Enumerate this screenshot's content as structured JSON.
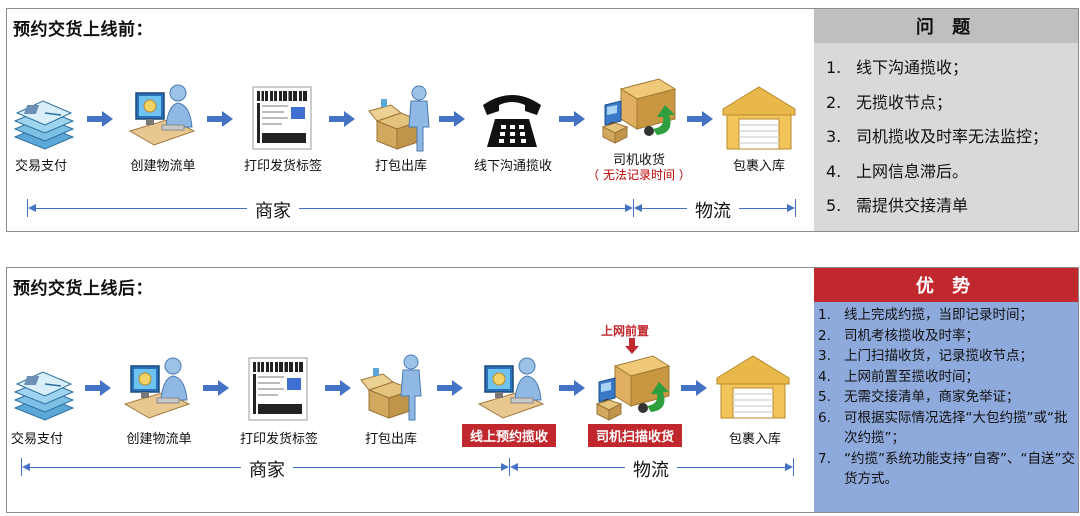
{
  "before": {
    "title": "预约交货上线前：",
    "steps": [
      "交易支付",
      "创建物流单",
      "打印发货标签",
      "打包出库",
      "线下沟通揽收",
      "司机收货",
      "包裹入库"
    ],
    "driver_note": "（ 无法记录时间 ）",
    "merchant": "商家",
    "logistics": "物流",
    "problems_title": "问 题",
    "problems": [
      {
        "num": "1.",
        "text": "线下沟通揽收；"
      },
      {
        "num": "2.",
        "text": "无揽收节点；"
      },
      {
        "num": "3.",
        "text": "司机揽收及时率无法监控；"
      },
      {
        "num": "4.",
        "text": "上网信息滞后。"
      },
      {
        "num": "5.",
        "text": "需提供交接清单"
      }
    ]
  },
  "after": {
    "title": "预约交货上线后：",
    "steps": [
      "交易支付",
      "创建物流单",
      "打印发货标签",
      "打包出库",
      "线上预约揽收",
      "司机扫描收货",
      "包裹入库"
    ],
    "online_tag": "上网前置",
    "merchant": "商家",
    "logistics": "物流",
    "advantages_title": "优 势",
    "advantages": [
      {
        "num": "1.",
        "text": "线上完成约揽，当即记录时间；"
      },
      {
        "num": "2.",
        "text": "司机考核揽收及时率；"
      },
      {
        "num": "3.",
        "text": "上门扫描收货，记录揽收节点；"
      },
      {
        "num": "4.",
        "text": "上网前置至揽收时间；"
      },
      {
        "num": "5.",
        "text": "无需交接清单，商家免举证；"
      },
      {
        "num": "6.",
        "text": "可根据实际情况选择“大包约揽”或“批次约揽”；"
      },
      {
        "num": "7.",
        "text": "“约揽”系统功能支持“自寄”、“自送”交货方式。"
      }
    ]
  },
  "colors": {
    "arrow": "#4472c4",
    "red": "#c0282d",
    "problems_bg": "#d9d9d9",
    "advantages_bg": "#8ea9db"
  },
  "icons": [
    "documents-icon",
    "computer-user-icon",
    "barcode-label-icon",
    "packing-worker-icon",
    "telephone-icon",
    "delivery-truck-icon",
    "warehouse-icon"
  ]
}
